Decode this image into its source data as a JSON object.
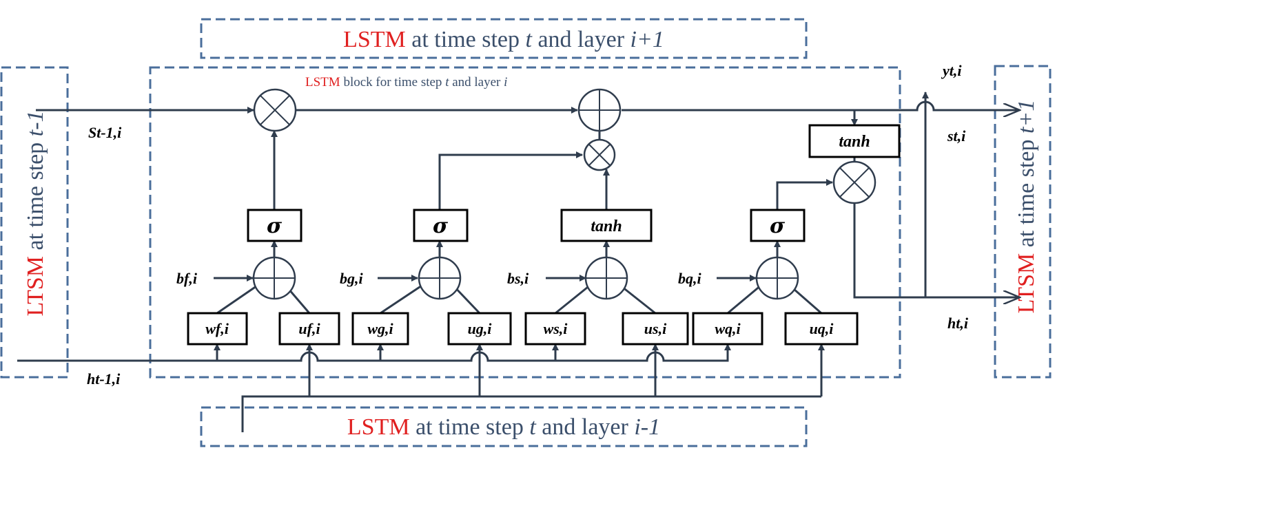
{
  "frames": {
    "top": {
      "lead": "LSTM",
      "parts": [
        " at time step ",
        "t",
        " and layer ",
        "i+1"
      ]
    },
    "bottom": {
      "lead": "LSTM",
      "parts": [
        " at time step ",
        "t",
        " and layer ",
        "i-1"
      ]
    },
    "block": {
      "lead": "LSTM",
      "parts": [
        " block for time step ",
        "t",
        " and layer ",
        "i"
      ]
    },
    "left": {
      "lead": "LTSM",
      "parts": [
        " at time step ",
        "t-1"
      ]
    },
    "right": {
      "lead": "LTSM",
      "parts": [
        " at time step ",
        "t+1"
      ]
    }
  },
  "activations": {
    "f": "σ",
    "g": "σ",
    "s": "tanh",
    "q": "σ",
    "state": "tanh"
  },
  "weights": {
    "wf": "wf,i",
    "uf": "uf,i",
    "wg": "wg,i",
    "ug": "ug,i",
    "ws": "ws,i",
    "us": "us,i",
    "wq": "wq,i",
    "uq": "uq,i"
  },
  "biases": {
    "bf": "bf,i",
    "bg": "bg,i",
    "bs": "bs,i",
    "bq": "bq,i"
  },
  "signals": {
    "s_prev": "St-1,i",
    "h_prev": "ht-1,i",
    "y": "yt,i",
    "s": "st,i",
    "h": "ht,i"
  },
  "colors": {
    "frame": "#4a6e9b",
    "accent": "#e02020",
    "wire": "#2f3c4d"
  }
}
